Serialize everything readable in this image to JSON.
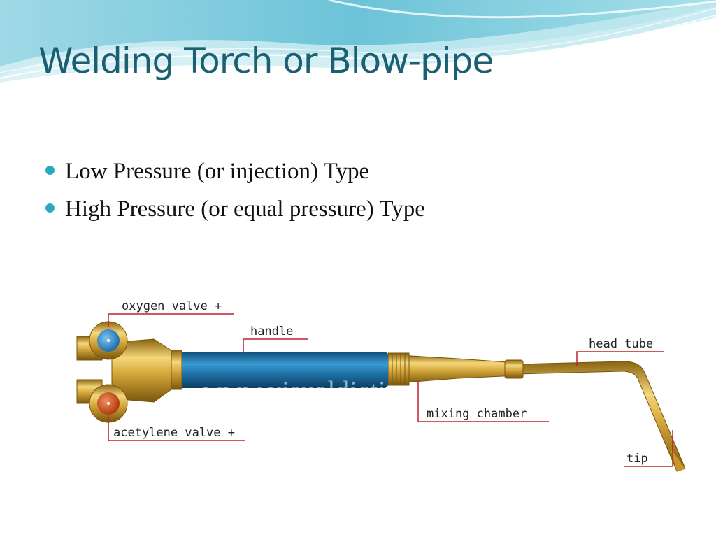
{
  "slide": {
    "title": "Welding Torch or Blow-pipe",
    "bullets": [
      {
        "text": "Low Pressure (or injection) Type"
      },
      {
        "text": "High Pressure (or equal pressure) Type"
      }
    ]
  },
  "diagram": {
    "watermark": "www.visualdictionaryonline.com",
    "labels": {
      "oxygen_valve": "oxygen valve +",
      "acetylene_valve": "acetylene valve +",
      "handle": "handle",
      "mixing_chamber": "mixing chamber",
      "head_tube": "head tube",
      "tip": "tip"
    }
  },
  "colors": {
    "title": "#1b5f72",
    "bullet": "#28a9bf",
    "handle_blue": "#1f73a8",
    "brass": "#d4a73a",
    "oxygen_knob": "#2a86c8",
    "acetylene_knob": "#d04a1e",
    "callout_line": "#c0202a"
  }
}
